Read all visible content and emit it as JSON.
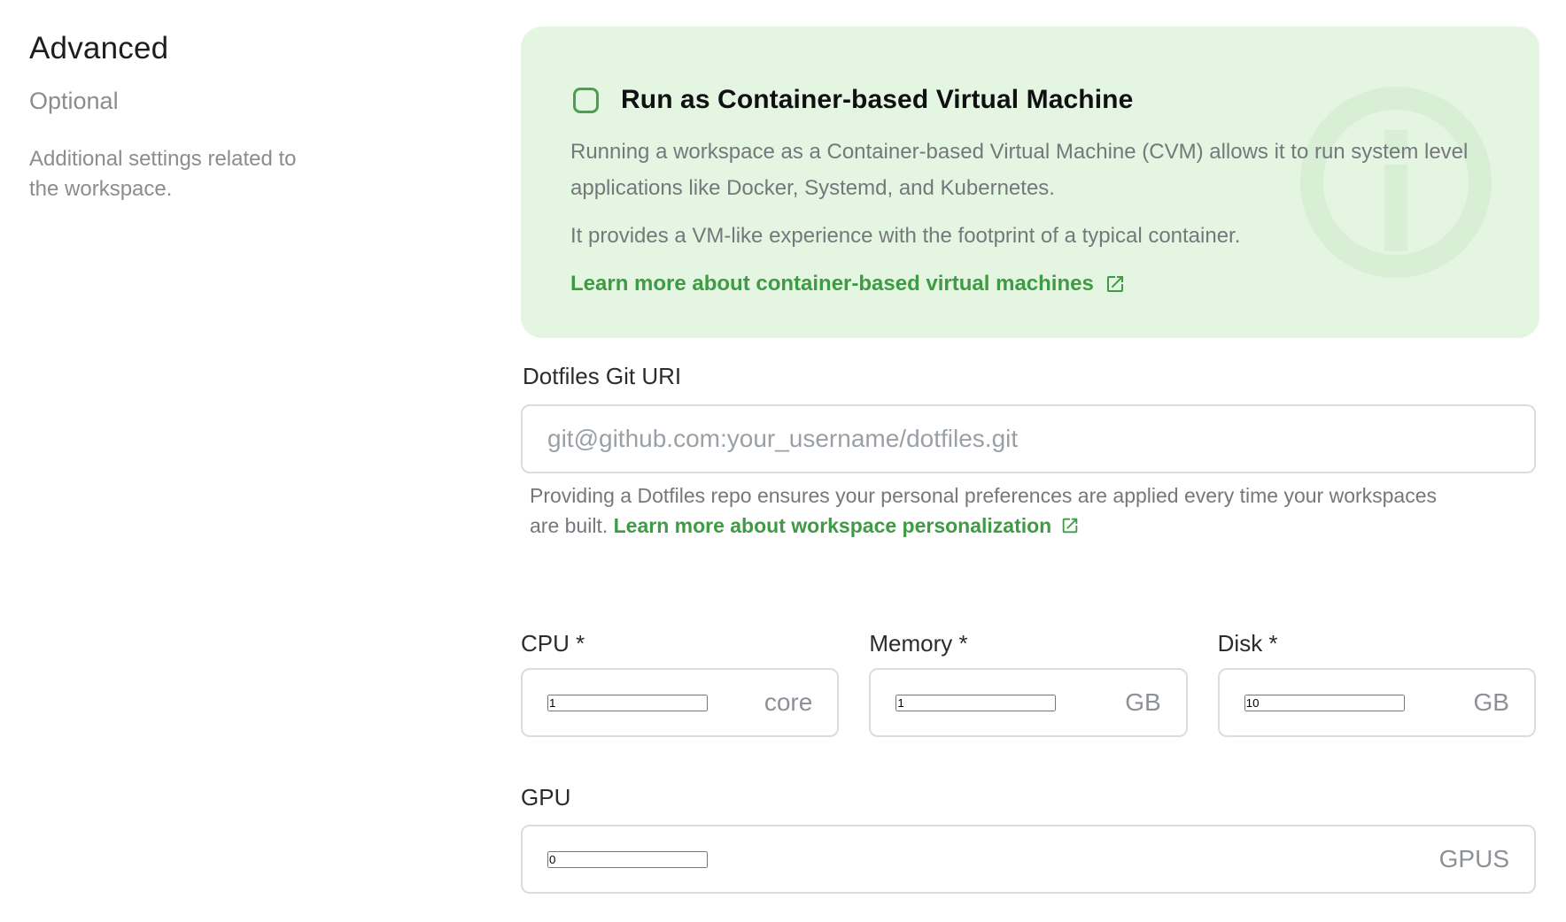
{
  "sidebar": {
    "title": "Advanced",
    "subtitle": "Optional",
    "description": "Additional settings related to the workspace."
  },
  "cvm_box": {
    "checkbox_checked": false,
    "checkbox_label": "Run as Container-based Virtual Machine",
    "paragraph1": "Running a workspace as a Container-based Virtual Machine (CVM) allows it to run system level applications like Docker, Systemd, and Kubernetes.",
    "paragraph2": "It provides a VM-like experience with the footprint of a typical container.",
    "link_label": "Learn more about container-based virtual machines",
    "watermark_icon": "info-circle-icon",
    "link_icon": "external-link-icon"
  },
  "dotfiles": {
    "label": "Dotfiles Git URI",
    "value": "",
    "placeholder": "git@github.com:your_username/dotfiles.git",
    "helper_prefix": "Providing a Dotfiles repo ensures your personal preferences are applied every time your workspaces are built. ",
    "helper_link_label": "Learn more about workspace personalization",
    "helper_link_icon": "external-link-icon"
  },
  "resources": {
    "cpu": {
      "label": "CPU *",
      "value": "1",
      "unit": "core"
    },
    "memory": {
      "label": "Memory *",
      "value": "1",
      "unit": "GB"
    },
    "disk": {
      "label": "Disk *",
      "value": "10",
      "unit": "GB"
    },
    "gpu": {
      "label": "GPU",
      "value": "0",
      "unit": "GPUS"
    }
  },
  "colors": {
    "accent_green": "#3f9a44",
    "checkbox_green": "#4c9e50",
    "panel_bg_green": "#e4f6e1",
    "watermark_green": "#d8eed5",
    "input_border": "#d9dde3"
  }
}
